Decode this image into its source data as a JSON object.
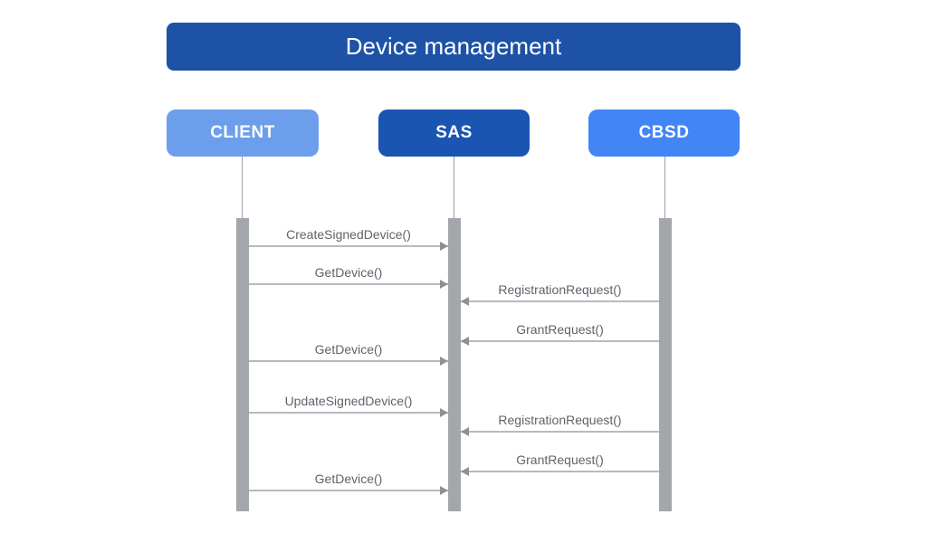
{
  "diagram": {
    "title": "Device management",
    "actors": [
      {
        "id": "client",
        "label": "CLIENT",
        "color": "#6d9eeb"
      },
      {
        "id": "sas",
        "label": "SAS",
        "color": "#1b55b2"
      },
      {
        "id": "cbsd",
        "label": "CBSD",
        "color": "#4285f4"
      }
    ],
    "messages": [
      {
        "label": "CreateSignedDevice()",
        "from": "CLIENT",
        "to": "SAS"
      },
      {
        "label": "GetDevice()",
        "from": "CLIENT",
        "to": "SAS"
      },
      {
        "label": "RegistrationRequest()",
        "from": "CBSD",
        "to": "SAS"
      },
      {
        "label": "GrantRequest()",
        "from": "CBSD",
        "to": "SAS"
      },
      {
        "label": "GetDevice()",
        "from": "CLIENT",
        "to": "SAS"
      },
      {
        "label": "UpdateSignedDevice()",
        "from": "CLIENT",
        "to": "SAS"
      },
      {
        "label": "RegistrationRequest()",
        "from": "CBSD",
        "to": "SAS"
      },
      {
        "label": "GrantRequest()",
        "from": "CBSD",
        "to": "SAS"
      },
      {
        "label": "GetDevice()",
        "from": "CLIENT",
        "to": "SAS"
      }
    ],
    "colors": {
      "title_bg": "#1d52a7",
      "client_bg": "#6d9eeb",
      "sas_bg": "#1b55b2",
      "cbsd_bg": "#4285f4",
      "activation_bar": "#a3a7ac",
      "lifeline": "#9aa0a6",
      "message_line": "#b6bac0",
      "arrowhead": "#8c9197",
      "message_text": "#5f6368",
      "background": "#ffffff"
    }
  }
}
